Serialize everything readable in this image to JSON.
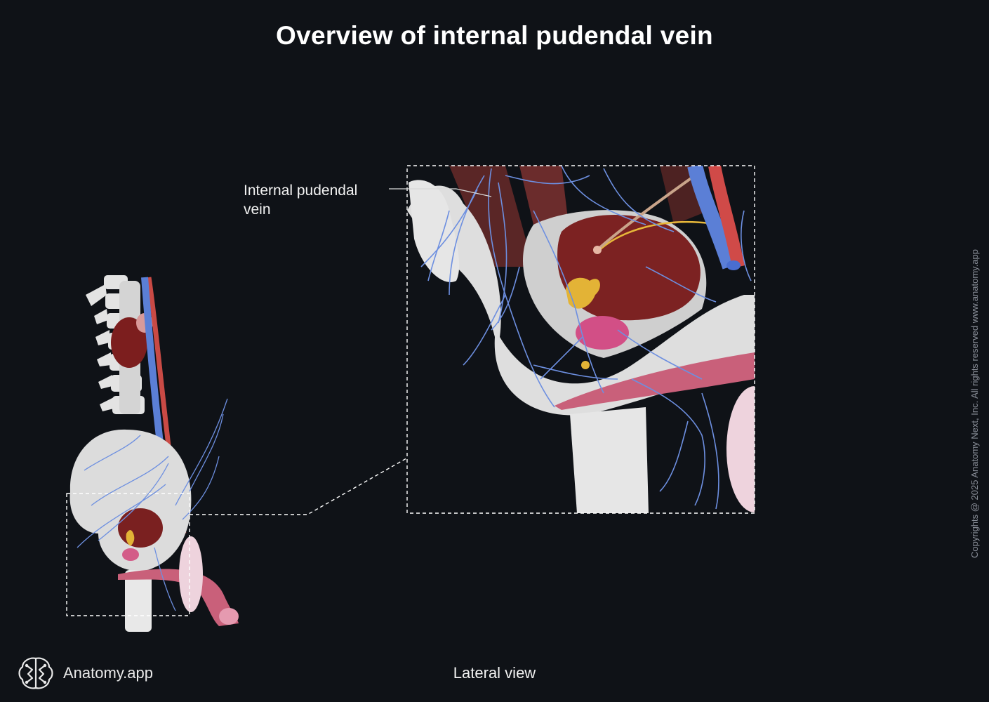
{
  "title": "Overview of internal pudendal vein",
  "labels": {
    "internal_pudendal_vein_line1": "Internal pudendal",
    "internal_pudendal_vein_line2": "vein"
  },
  "view_caption": "Lateral view",
  "copyright": "Copyrights @ 2025 Anatomy Next, Inc. All rights reserved www.anatomy.app",
  "brand": {
    "name": "Anatomy.app",
    "icon": "brain-logo-icon"
  },
  "colors": {
    "background": "#0f1217",
    "vein": "#5b7fd6",
    "artery": "#d8504a",
    "bone": "#e8e8e8",
    "organ": "#7a2020",
    "penis": "#c9607a",
    "gland": "#e3b336"
  }
}
